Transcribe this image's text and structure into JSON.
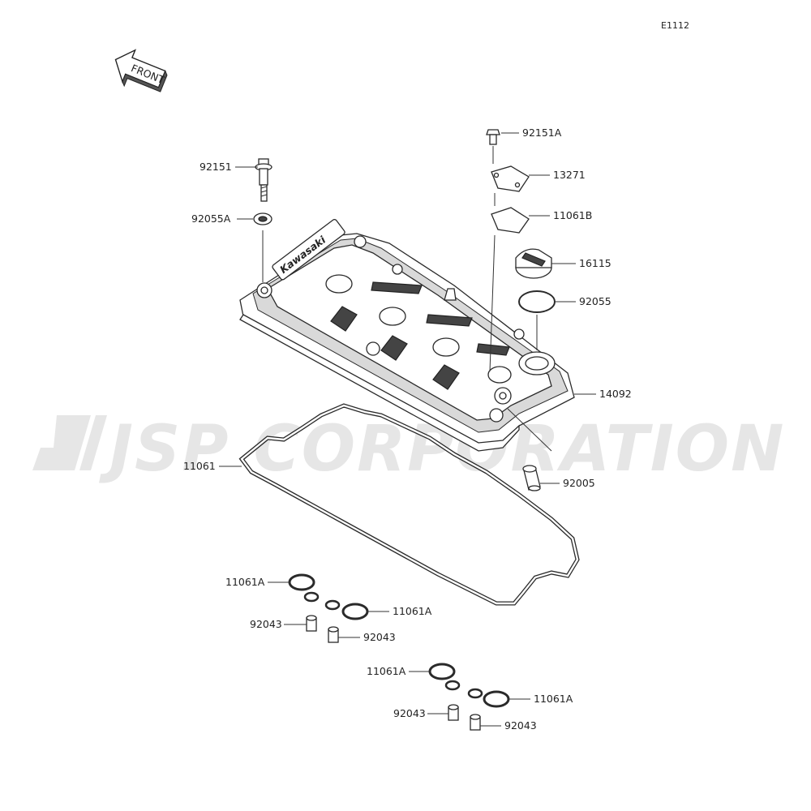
{
  "diagram_code": "E1112",
  "orientation_label": "FRONT",
  "watermark": "JSP CORPORATION",
  "cover_brand": "Kawasaki",
  "colors": {
    "line": "#2a2a2a",
    "watermark": "#e6e6e6",
    "background": "#ffffff"
  },
  "parts": {
    "p92151": "92151",
    "p92055A": "92055A",
    "p92151A": "92151A",
    "p13271": "13271",
    "p11061B": "11061B",
    "p16115": "16115",
    "p92055": "92055",
    "p14092": "14092",
    "p11061": "11061",
    "p92005": "92005",
    "p11061A_1": "11061A",
    "p92043_1": "92043",
    "p11061A_2": "11061A",
    "p92043_2": "92043",
    "p11061A_3": "11061A",
    "p92043_3": "92043",
    "p11061A_4": "11061A",
    "p92043_4": "92043"
  }
}
